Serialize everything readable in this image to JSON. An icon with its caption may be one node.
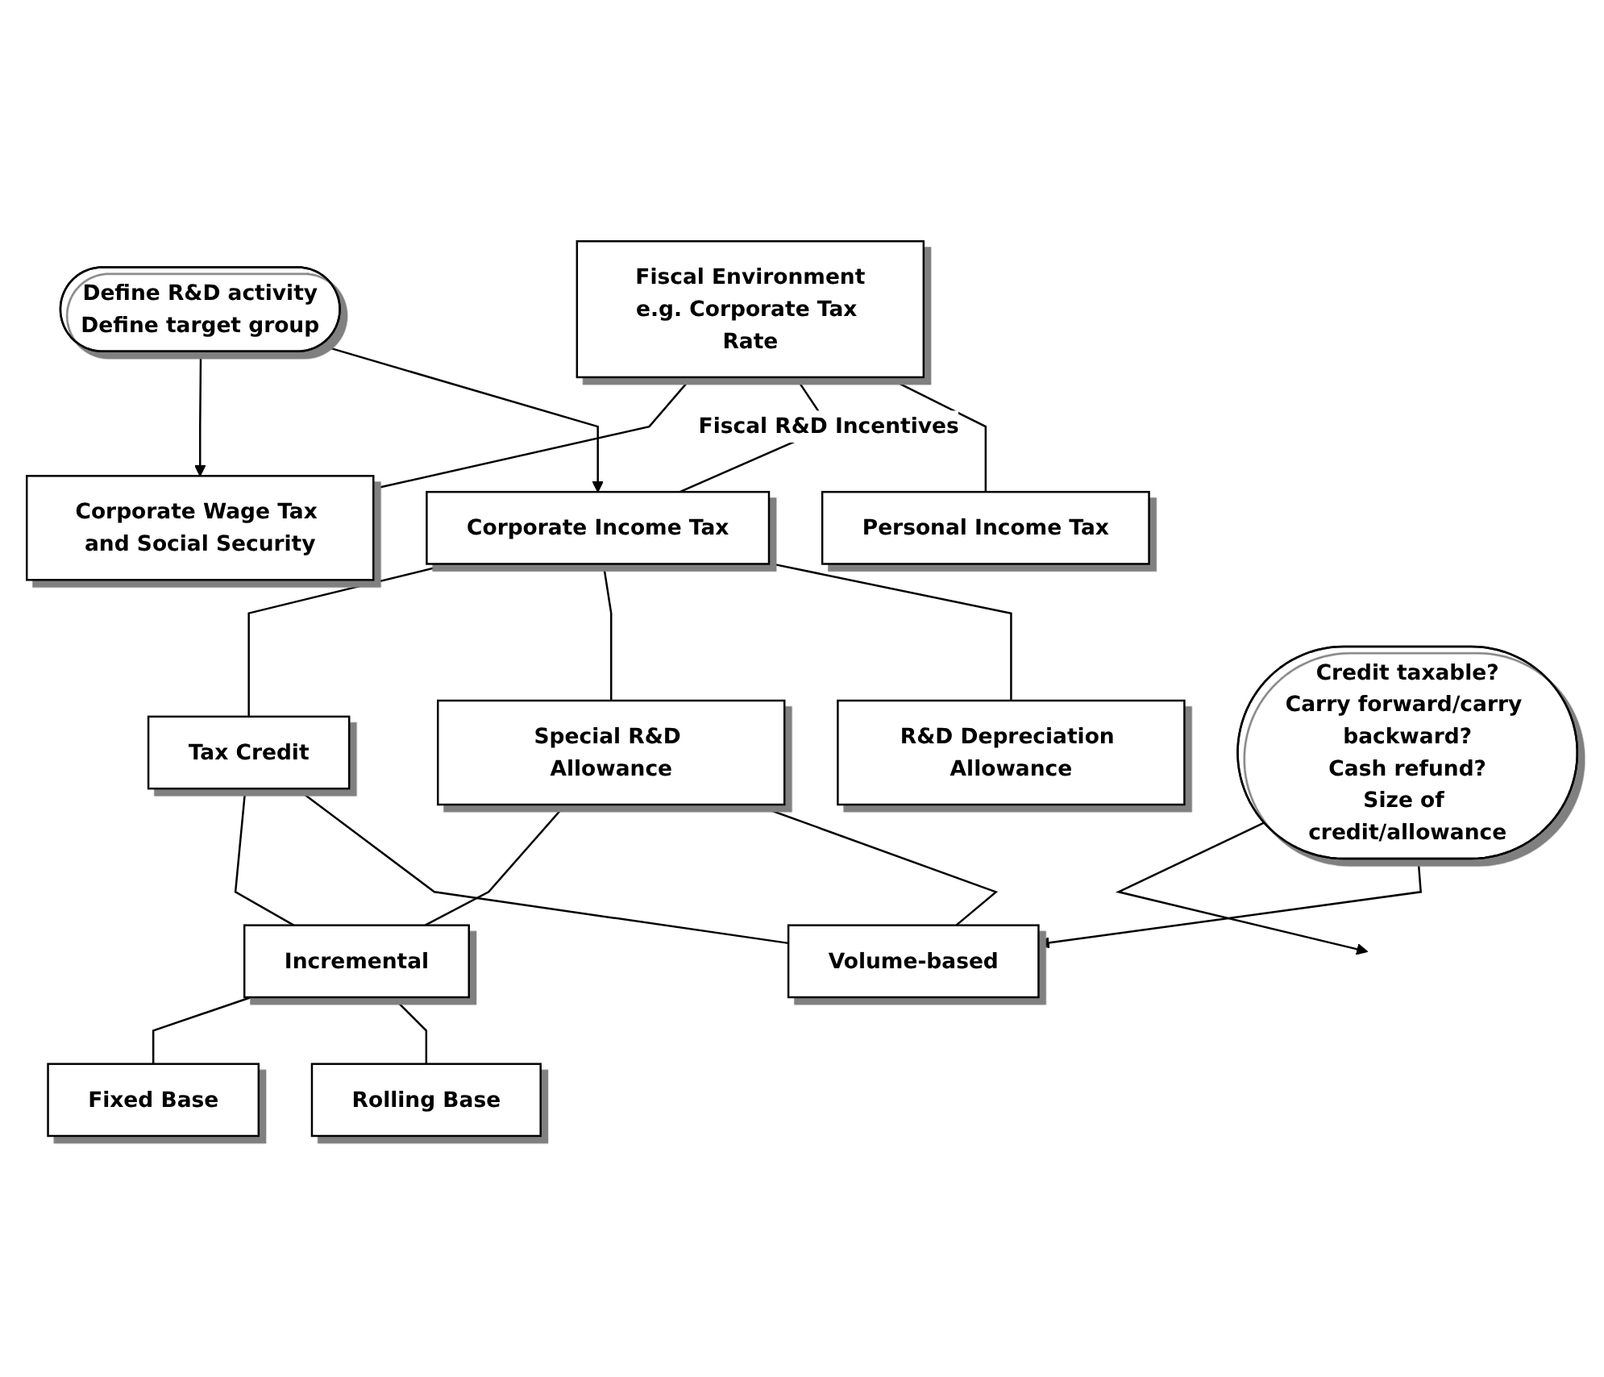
{
  "diagram": {
    "nodes": [
      {
        "text": [
          "Fiscal Environment",
          "e.g. Corporate Tax Rate"
        ]
      },
      {
        "text": [
          "Define R&D activity",
          "Define target group"
        ]
      },
      {
        "text": [
          "Personal Income Tax"
        ]
      },
      {
        "text": [
          "Corporate Income Tax"
        ]
      },
      {
        "text": [
          "Corporate Wage Tax and Social Security"
        ]
      },
      {
        "text": [
          "R&D Depreciation Allowance"
        ]
      },
      {
        "text": [
          "Special R&D Allowance"
        ]
      },
      {
        "text": [
          "Tax Credit"
        ]
      },
      {
        "text": [
          "Volume-based"
        ]
      },
      {
        "text": [
          "Incremental"
        ]
      },
      {
        "text": [
          "Credit taxable?",
          "Carry forward/carry backward?",
          "Cash refund?",
          "Size of credit/allowance"
        ]
      },
      {
        "text": [
          "Rolling Base"
        ]
      },
      {
        "text": [
          "Fixed Base"
        ]
      }
    ],
    "edges": [
      {
        "from": 0,
        "to": 2,
        "arrow": "none"
      },
      {
        "from": 0,
        "to": 3,
        "arrow": "none",
        "label": "Fiscal R&D Incentives"
      },
      {
        "from": 0,
        "to": 4,
        "arrow": "none"
      },
      {
        "from": 1,
        "to": 3,
        "arrow": "to"
      },
      {
        "from": 1,
        "to": 4,
        "arrow": "to"
      },
      {
        "from": 3,
        "to": 5,
        "arrow": "none"
      },
      {
        "from": 3,
        "to": 6,
        "arrow": "none"
      },
      {
        "from": 3,
        "to": 7,
        "arrow": "none"
      },
      {
        "from": 6,
        "to": 8,
        "arrow": "none"
      },
      {
        "from": 6,
        "to": 9,
        "arrow": "none"
      },
      {
        "from": 7,
        "to": 8,
        "arrow": "none"
      },
      {
        "from": 7,
        "to": 9,
        "arrow": "none"
      },
      {
        "from": 10,
        "to": 8,
        "arrow": "to"
      },
      {
        "from": 10,
        "to": null,
        "arrow": "to"
      },
      {
        "from": 9,
        "to": 11,
        "arrow": "none"
      },
      {
        "from": 9,
        "to": 12,
        "arrow": "none"
      }
    ]
  }
}
